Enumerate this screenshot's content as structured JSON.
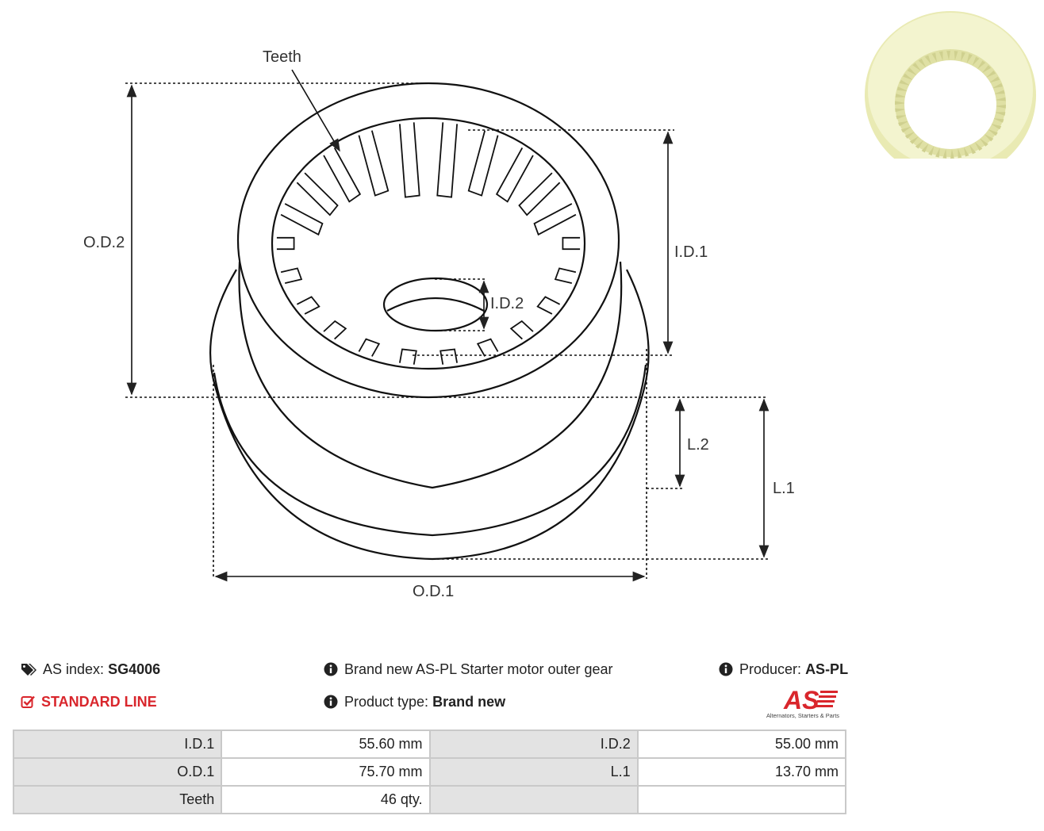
{
  "diagram": {
    "labels": {
      "teeth": "Teeth",
      "od2": "O.D.2",
      "id1": "I.D.1",
      "id2": "I.D.2",
      "l2": "L.2",
      "l1": "L.1",
      "od1": "O.D.1"
    }
  },
  "photo": {
    "description_icon": "gear-ring-photo"
  },
  "info": {
    "as_index_label": "AS index:",
    "as_index_value": "SG4006",
    "standard_line": "STANDARD LINE",
    "description": "Brand new AS-PL Starter motor outer gear",
    "product_type_label": "Product type:",
    "product_type_value": "Brand new",
    "producer_label": "Producer:",
    "producer_value": "AS-PL",
    "logo_text": "AS",
    "logo_tagline": "Alternators, Starters & Parts"
  },
  "specs": [
    {
      "label1": "I.D.1",
      "value1": "55.60 mm",
      "label2": "I.D.2",
      "value2": "55.00 mm"
    },
    {
      "label1": "O.D.1",
      "value1": "75.70 mm",
      "label2": "L.1",
      "value2": "13.70 mm"
    },
    {
      "label1": "Teeth",
      "value1": "46 qty.",
      "label2": "",
      "value2": ""
    }
  ],
  "colors": {
    "accent_red": "#d9262c",
    "table_label_bg": "#e3e3e3",
    "gear_color": "#f1f2c4"
  }
}
